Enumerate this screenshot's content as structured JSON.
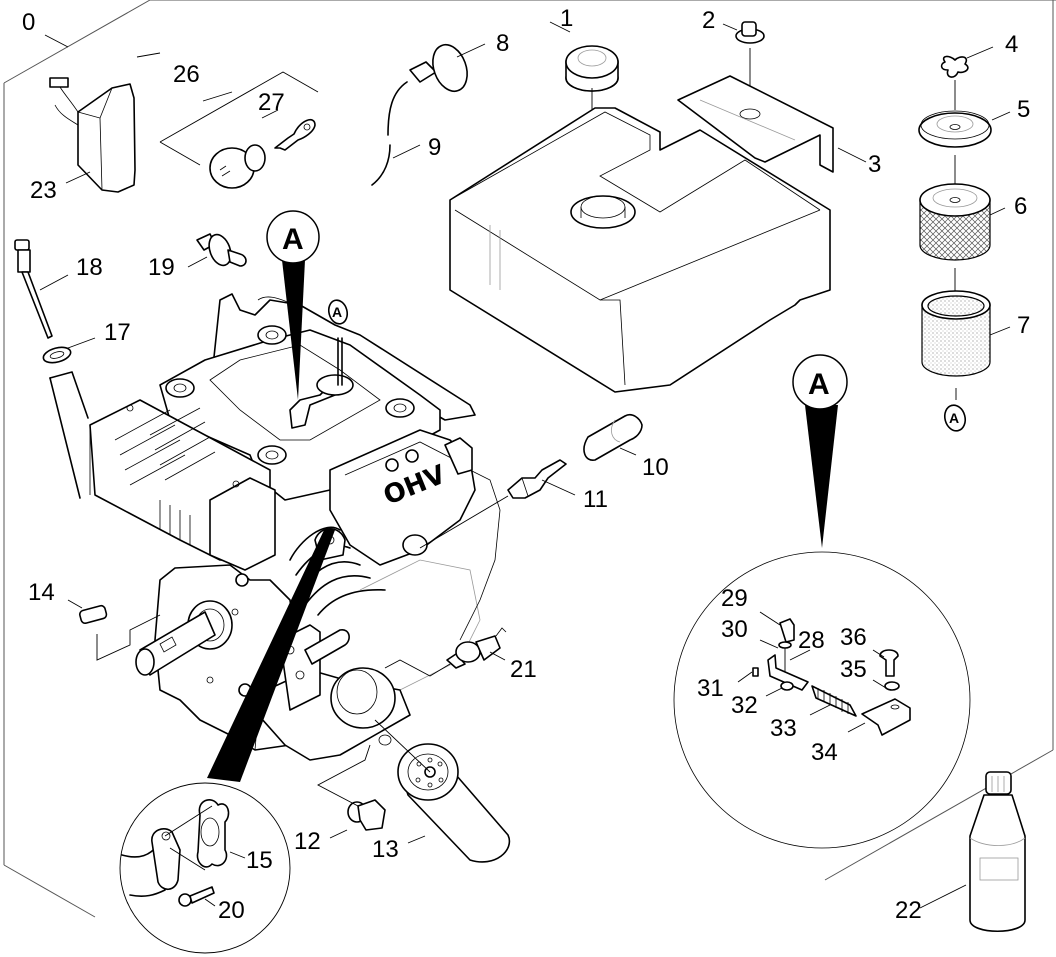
{
  "diagram": {
    "type": "exploded parts view",
    "subject": "OHV small engine assembly",
    "engine_badge": "OHV",
    "detail_callout": "A",
    "parts": [
      {
        "number": "0",
        "description": "engine assembly (frame)"
      },
      {
        "number": "1",
        "description": "fuel tank cap"
      },
      {
        "number": "2",
        "description": "tank mount plug"
      },
      {
        "number": "3",
        "description": "tank bracket"
      },
      {
        "number": "4",
        "description": "air filter wing nut"
      },
      {
        "number": "5",
        "description": "air filter cover plate"
      },
      {
        "number": "6",
        "description": "air filter element (mesh)"
      },
      {
        "number": "7",
        "description": "foam pre-filter"
      },
      {
        "number": "8",
        "description": "primer bulb"
      },
      {
        "number": "9",
        "description": "primer hose"
      },
      {
        "number": "10",
        "description": "spark plug boot"
      },
      {
        "number": "11",
        "description": "spark plug"
      },
      {
        "number": "12",
        "description": "drain plug"
      },
      {
        "number": "13",
        "description": "oil filter"
      },
      {
        "number": "14",
        "description": "shaft key"
      },
      {
        "number": "15",
        "description": "exhaust gasket"
      },
      {
        "number": "17",
        "description": "dipstick seal ring"
      },
      {
        "number": "18",
        "description": "dipstick"
      },
      {
        "number": "19",
        "description": "grommet / valve"
      },
      {
        "number": "20",
        "description": "flange bolt"
      },
      {
        "number": "21",
        "description": "oil pressure switch"
      },
      {
        "number": "22",
        "description": "oil bottle"
      },
      {
        "number": "23",
        "description": "ignition module"
      },
      {
        "number": "26",
        "description": "ignition switch assembly"
      },
      {
        "number": "27",
        "description": "key"
      },
      {
        "number": "28",
        "description": "governor bracket"
      },
      {
        "number": "29",
        "description": "bolt"
      },
      {
        "number": "30",
        "description": "washer"
      },
      {
        "number": "31",
        "description": "pin"
      },
      {
        "number": "32",
        "description": "nut"
      },
      {
        "number": "33",
        "description": "governor spring"
      },
      {
        "number": "34",
        "description": "mounting plate"
      },
      {
        "number": "35",
        "description": "washer"
      },
      {
        "number": "36",
        "description": "bolt"
      }
    ]
  }
}
